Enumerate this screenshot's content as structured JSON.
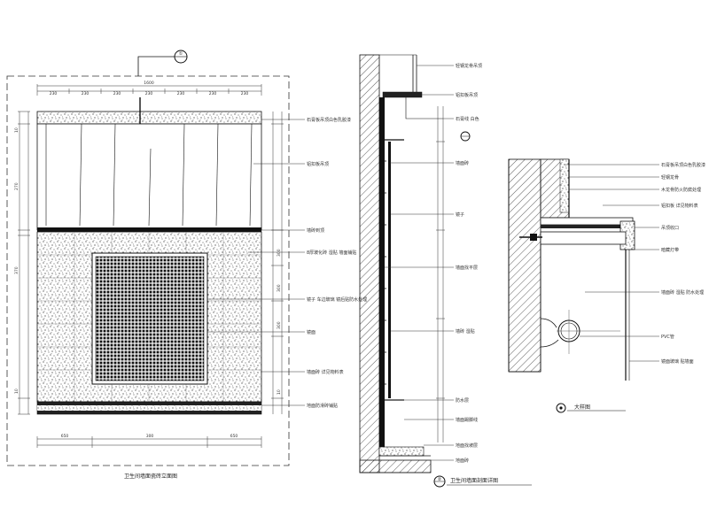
{
  "elevation": {
    "title": "卫生间墙面瓷砖立面图",
    "marker": "①",
    "top_dims": [
      "230",
      "230",
      "230",
      "230",
      "230",
      "230",
      "230"
    ],
    "top_total": "1600",
    "bottom_dims": [
      "650",
      "300",
      "650"
    ],
    "side_dims": [
      "10",
      "270",
      "370",
      "10",
      "300",
      "300",
      "300",
      "10"
    ],
    "labels": [
      "石膏板吊顶白色乳胶漆",
      "铝扣板吊顶",
      "墙砖到顶",
      "8厚玻化砖 湿贴 墙面铺贴",
      "镜子 车边玻璃 镜后贴防水处理",
      "镜面",
      "墙面砖 详见物料表",
      "地面防滑砖铺贴"
    ]
  },
  "section": {
    "title": "卫生间墙面剖面详图",
    "marker": "②",
    "labels": [
      "轻钢龙骨吊顶",
      "铝扣板吊顶",
      "石膏线 白色",
      "墙面砖",
      "镜子",
      "墙面找平层",
      "墙砖 湿贴",
      "防水层",
      "墙面踢脚线",
      "地面找坡层",
      "地面砖"
    ]
  },
  "detail": {
    "title": "大样图",
    "labels": [
      "石膏板吊顶白色乳胶漆",
      "轻钢龙骨",
      "木龙骨防火防腐处理",
      "铝扣板 详见物料表",
      "吊顶收口",
      "暗藏灯带",
      "墙面砖 湿贴 防水处理",
      "PVC管",
      "镜面玻璃 贴墙面"
    ]
  }
}
